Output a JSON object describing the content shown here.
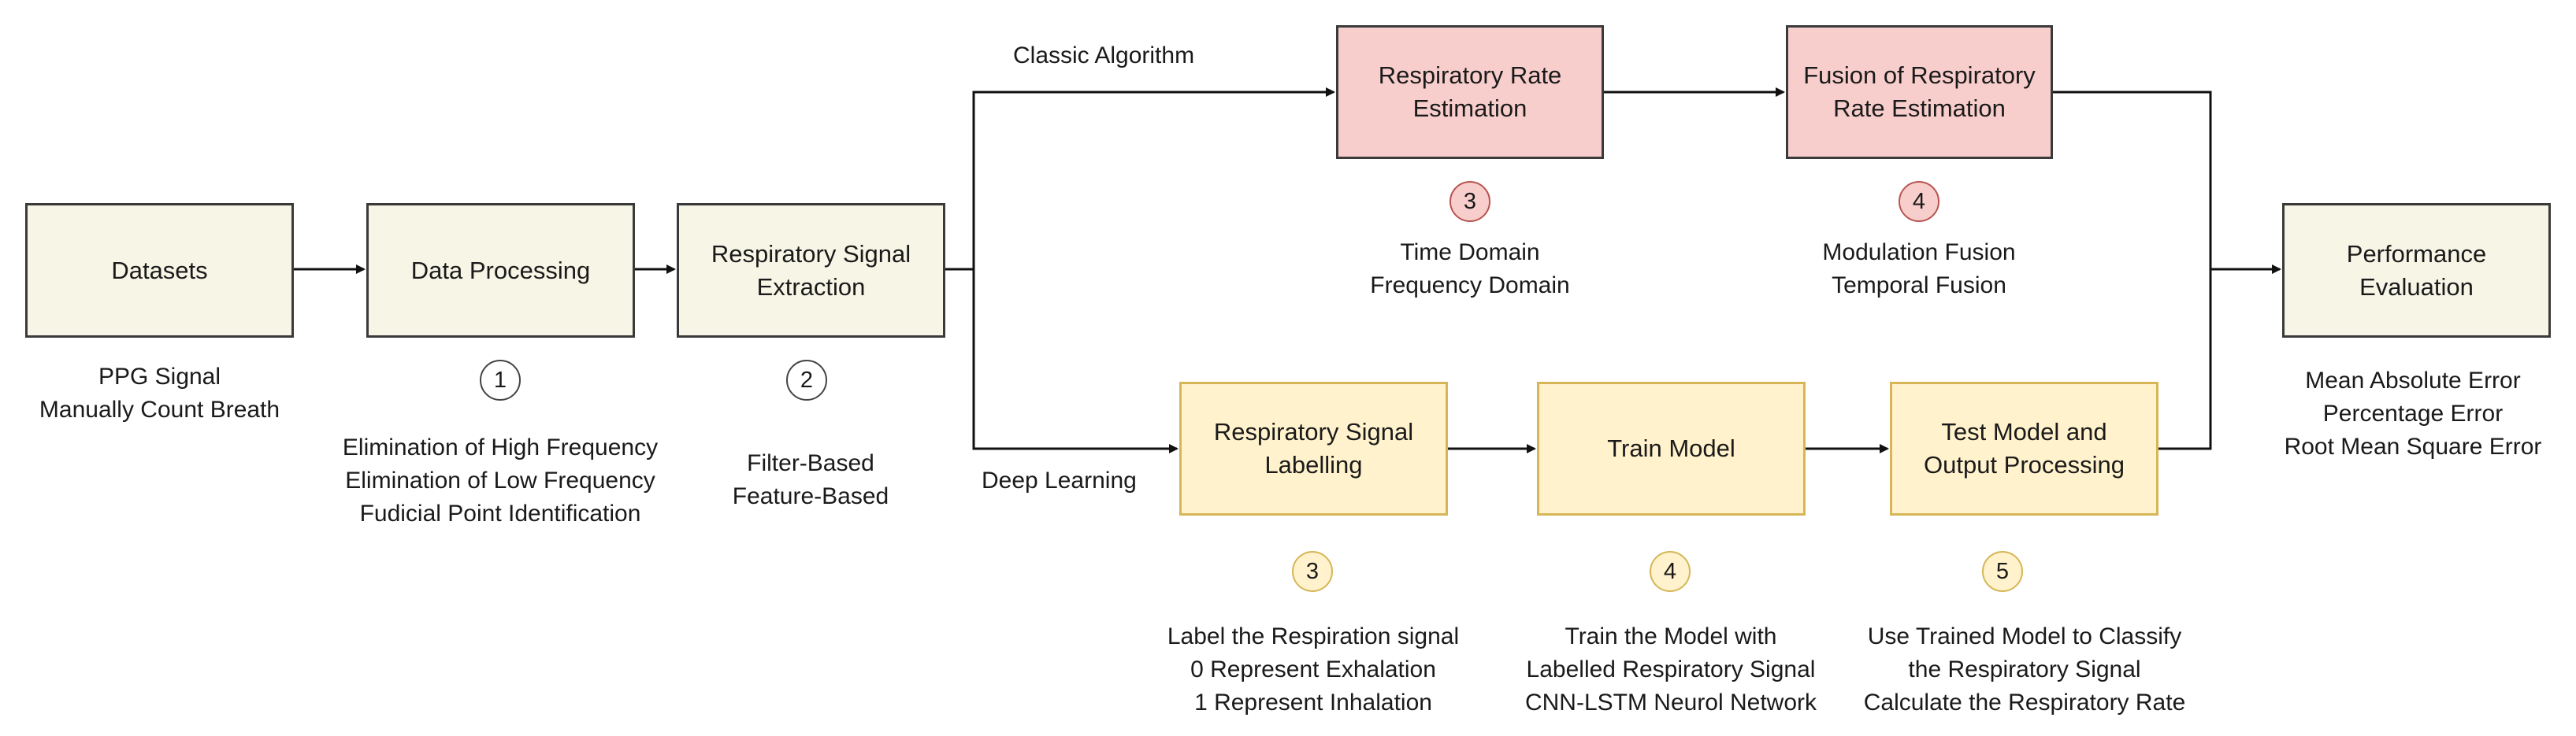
{
  "boxes": {
    "datasets": "Datasets",
    "data_processing": "Data Processing",
    "signal_extraction": "Respiratory Signal\nExtraction",
    "rr_estimation": "Respiratory Rate\nEstimation",
    "fusion": "Fusion of Respiratory\nRate Estimation",
    "labelling": "Respiratory Signal\nLabelling",
    "train_model": "Train Model",
    "test_model": "Test Model and\nOutput Processing",
    "performance": "Performance\nEvaluation"
  },
  "branches": {
    "classic": "Classic Algorithm",
    "deep": "Deep Learning"
  },
  "badges": {
    "data_processing": "1",
    "signal_extraction": "2",
    "rr_estimation": "3",
    "fusion": "4",
    "labelling": "3",
    "train_model": "4",
    "test_model": "5"
  },
  "notes": {
    "datasets": "PPG Signal\nManually Count Breath",
    "data_processing": "Elimination of High Frequency\nElimination of Low Frequency\nFudicial Point Identification",
    "signal_extraction": "Filter-Based\nFeature-Based",
    "rr_estimation": "Time Domain\nFrequency Domain",
    "fusion": "Modulation Fusion\nTemporal Fusion",
    "labelling": "Label the Respiration signal\n0 Represent Exhalation\n1 Represent Inhalation",
    "train_model": "Train the Model with\nLabelled Respiratory Signal\nCNN-LSTM Neurol Network",
    "test_model": "Use Trained Model to Classify\nthe Respiratory Signal\nCalculate the Respiratory Rate",
    "performance": "Mean Absolute Error\nPercentage Error\nRoot Mean Square Error"
  }
}
